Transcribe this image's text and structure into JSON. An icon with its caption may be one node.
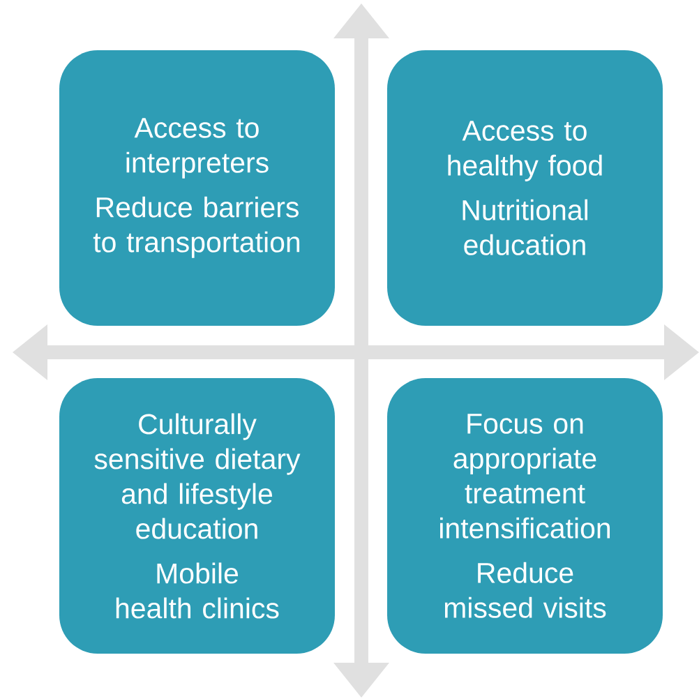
{
  "diagram": {
    "nodes": [
      {
        "text": [
          "Access to interpreters",
          "Reduce barriers to transportation"
        ]
      },
      {
        "text": [
          "Access to healthy food",
          "Nutritional education"
        ]
      },
      {
        "text": [
          "Culturally sensitive dietary and lifestyle education",
          "Mobile health clinics"
        ]
      },
      {
        "text": [
          "Focus on appropriate treatment intensification",
          "Reduce missed visits"
        ]
      }
    ]
  }
}
